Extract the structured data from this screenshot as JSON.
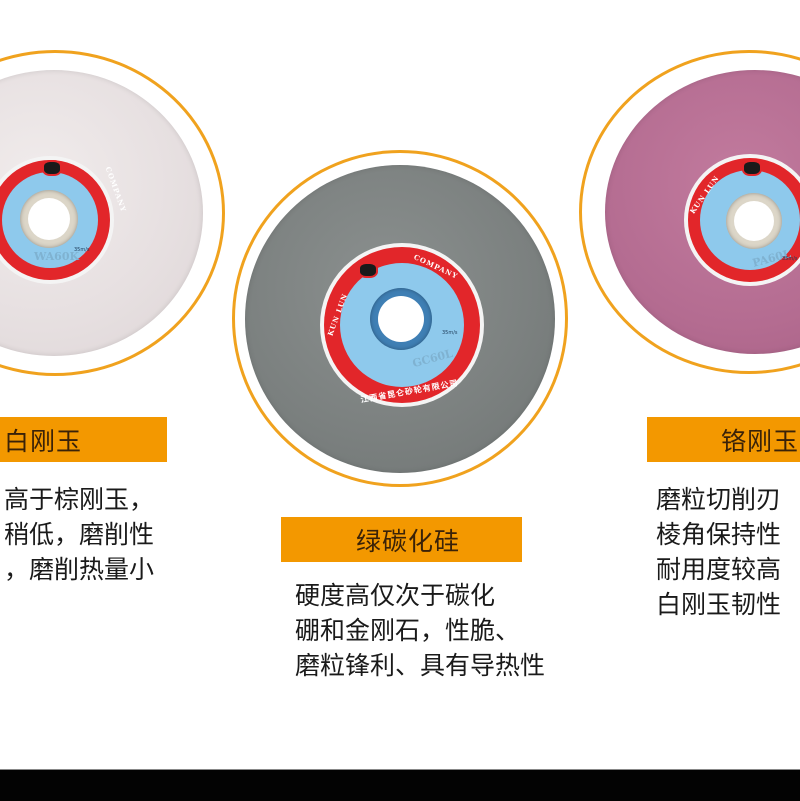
{
  "products": [
    {
      "id": "white",
      "title": "白刚玉",
      "wheel_color": "#e6dfe0",
      "wheel_code": "WA60K",
      "description_lines": [
        "高于棕刚玉，",
        "稍低，磨削性",
        "，磨削热量小"
      ]
    },
    {
      "id": "green",
      "title": "绿碳化硅",
      "wheel_color": "#7b807f",
      "wheel_code": "GC60L",
      "description_lines": [
        "硬度高仅次于碳化",
        "硼和金刚石，性脆、",
        "磨粒锋利、具有导热性"
      ]
    },
    {
      "id": "pink",
      "title": "铬刚玉",
      "wheel_color": "#b46c91",
      "wheel_code": "PA60L",
      "description_lines": [
        "磨粒切削刃",
        "棱角保持性",
        "耐用度较高",
        "白刚玉韧性"
      ]
    }
  ],
  "hub_label": {
    "brand_en_left": "KUN LUN",
    "brand_en_right": "COMPANY",
    "brand_cn": "昆仑",
    "speed": "35m/s",
    "company_cn": "江西省昆仑砂轮有限公司"
  },
  "colors": {
    "accent_orange": "#f39800",
    "ring_orange": "#f0a21e",
    "label_red": "#e2262a",
    "label_blue": "#8ec9ec",
    "bottom_band": "#030303"
  }
}
